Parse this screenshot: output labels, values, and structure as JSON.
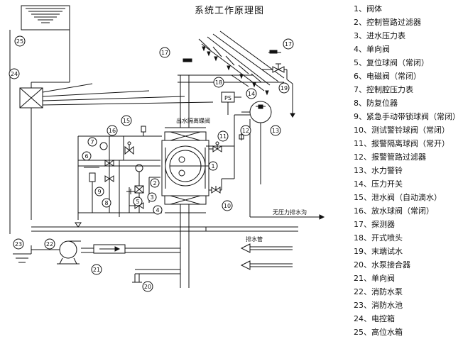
{
  "title": "系统工作原理图",
  "legend": [
    "1、阀体",
    "2、控制管路过滤器",
    "3、进水压力表",
    "4、单向阀",
    "5、复位球阀（常闭）",
    "6、电磁阀（常闭）",
    "7、控制腔压力表",
    "8、防复位器",
    "9、紧急手动带锁球阀（常闭）",
    "10、测试警铃球阀（常闭）",
    "11、报警隔离球阀（常开）",
    "12、报警管路过滤器",
    "13、水力警铃",
    "14、压力开关",
    "15、泄水阀（自动滴水）",
    "16、放水球阀（常闭）",
    "17、探测器",
    "18、开式喷头",
    "19、末端试水",
    "20、水泵接合器",
    "21、单向阀",
    "22、消防水泵",
    "23、消防水池",
    "24、电控箱",
    "25、高位水箱"
  ],
  "labels": {
    "butterfly_valve": "出水隔离蝶阀",
    "drain_trench": "无压力排水沟",
    "drain_pipe": "排水管",
    "pressure_switch": "PS"
  },
  "callouts": [
    "1",
    "2",
    "3",
    "4",
    "5",
    "6",
    "7",
    "8",
    "9",
    "10",
    "11",
    "12",
    "13",
    "14",
    "15",
    "16",
    "17",
    "17",
    "18",
    "19",
    "20",
    "21",
    "22",
    "23",
    "24",
    "25"
  ]
}
